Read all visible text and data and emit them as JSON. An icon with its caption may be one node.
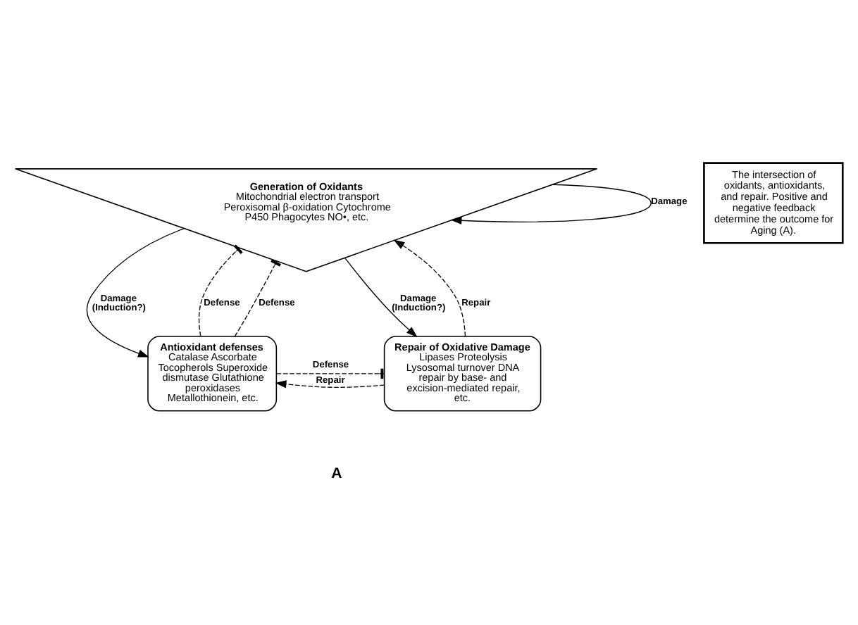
{
  "diagram": {
    "nodes": [
      {
        "text": [
          "Generation of Oxidants",
          "Mitochondrial electron transport Peroxisomal β-oxidation Cytochrome P450 Phagocytes NO•, etc."
        ]
      },
      {
        "text": [
          "Antioxidant defenses",
          "Catalase Ascorbate Tocopherols Superoxide dismutase Glutathione peroxidases Metallothionein, etc."
        ]
      },
      {
        "text": [
          "Repair of Oxidative Damage",
          "Lipases Proteolysis Lysosomal turnover DNA repair by base- and excision-mediated repair, etc."
        ]
      },
      {
        "text": [
          "The intersection of oxidants, antioxidants, and repair. Positive and negative feedback determine the outcome for Aging (A)."
        ]
      }
    ],
    "edges": [
      {
        "from": 0,
        "to": 0,
        "arrow": "to",
        "label": "Damage"
      },
      {
        "from": 0,
        "to": 1,
        "arrow": "to",
        "label": "Damage (Induction?)"
      },
      {
        "from": 0,
        "to": 2,
        "arrow": "to",
        "label": "Damage (Induction?)"
      },
      {
        "from": 2,
        "to": 0,
        "arrow": "to",
        "label": "Repair",
        "style": "dashed"
      },
      {
        "from": 2,
        "to": 1,
        "arrow": "to",
        "label": "Repair",
        "style": "dashed"
      },
      {
        "from": 1,
        "to": 0,
        "arrow": "other",
        "label": "Defense",
        "style": "dashed"
      },
      {
        "from": 1,
        "to": 0,
        "arrow": "other",
        "label": "Defense",
        "style": "dashed"
      },
      {
        "from": 1,
        "to": 2,
        "arrow": "other",
        "label": "Defense",
        "style": "dashed"
      }
    ],
    "labels": [
      "A"
    ]
  }
}
